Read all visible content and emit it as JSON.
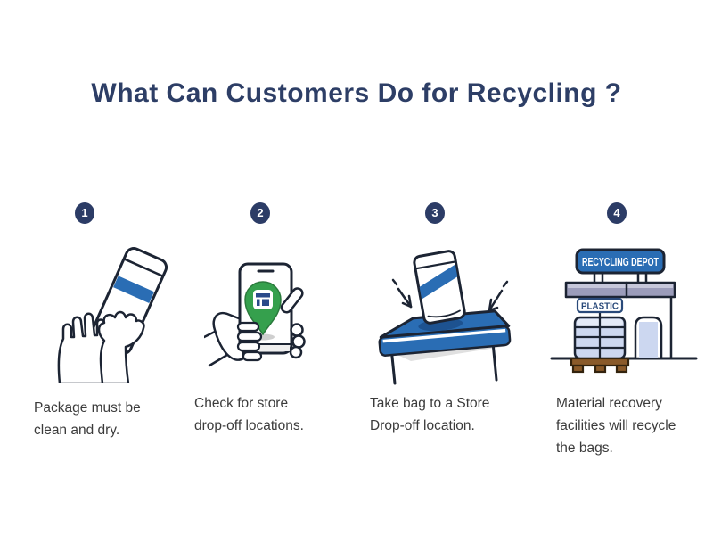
{
  "title": "What Can Customers Do for Recycling ?",
  "steps": [
    {
      "number": "1",
      "illustration": "hands-cleaning-package",
      "caption_lines": [
        "Package must be",
        "clean and dry."
      ]
    },
    {
      "number": "2",
      "illustration": "phone-store-locator",
      "caption_lines": [
        "Check for store",
        "drop-off locations."
      ]
    },
    {
      "number": "3",
      "illustration": "bag-dropoff-bin",
      "caption_lines": [
        "Take bag to a Store",
        "Drop-off location."
      ]
    },
    {
      "number": "4",
      "illustration": "recycling-depot",
      "caption_lines": [
        "Material recovery",
        "facilities will recycle",
        "the bags."
      ]
    }
  ],
  "illustration_labels": {
    "depot_sign": "RECYCLING DEPOT",
    "plastic_sign": "PLASTIC"
  },
  "colors": {
    "title_navy": "#2d3e66",
    "badge_navy": "#2c3c66",
    "accent_blue": "#2a6db4",
    "hole_blue": "#1d5290",
    "outline": "#1c2433",
    "pin_green": "#35a04d",
    "light_blue": "#ccd7f0",
    "roof_gray": "#9b9cba",
    "pallet_brown": "#8a5a2a",
    "caption_gray": "#3b3b3b"
  }
}
